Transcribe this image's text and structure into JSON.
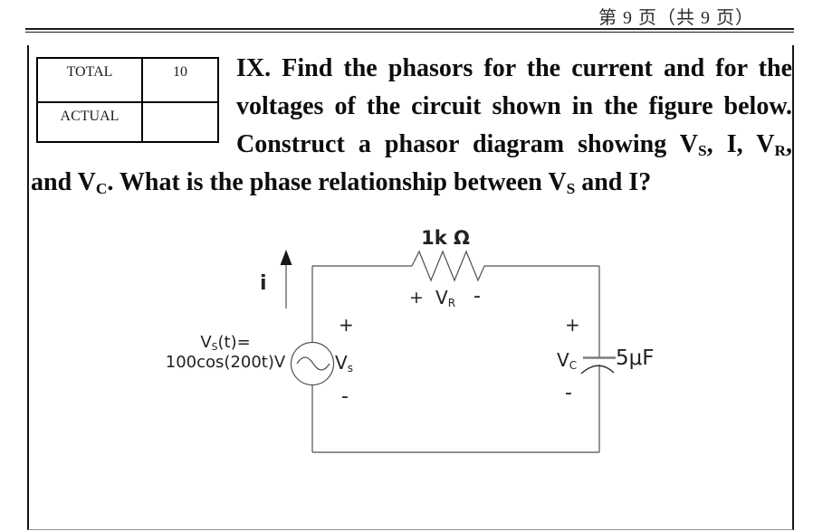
{
  "page": {
    "background": "#ffffff",
    "ink": "#1a1a1a"
  },
  "header": {
    "page_label": "第 9 页（共 9 页）"
  },
  "score_table": {
    "rows": [
      {
        "label": "TOTAL",
        "value": "10"
      },
      {
        "label": "ACTUAL",
        "value": ""
      }
    ]
  },
  "question": {
    "line1": "IX. Find the phasors for the current and for the",
    "line2": "voltages of the circuit shown in the figure below.",
    "line3": {
      "a": "Construct a phasor diagram showing V",
      "a_sub": "S",
      "b": ", I, V",
      "b_sub": "R",
      "c": ","
    },
    "line4": {
      "a": "and V",
      "a_sub": "C",
      "b": ". What is the phase relationship between V",
      "b_sub": "S",
      "c": " and I?"
    }
  },
  "circuit": {
    "current_label": "i",
    "resistor": {
      "value": "1k Ω",
      "plus": "+",
      "v": "V",
      "v_sub": "R",
      "minus": "-"
    },
    "source": {
      "expr1_v": "V",
      "expr1_sub": "S",
      "expr1_rest": "(t)=",
      "expr2": "100cos(200t)V",
      "plus": "+",
      "v": "V",
      "v_sub": "s",
      "minus": "-"
    },
    "capacitor": {
      "plus": "+",
      "v": "V",
      "v_sub": "C",
      "value": "5μF",
      "minus": "-"
    }
  }
}
